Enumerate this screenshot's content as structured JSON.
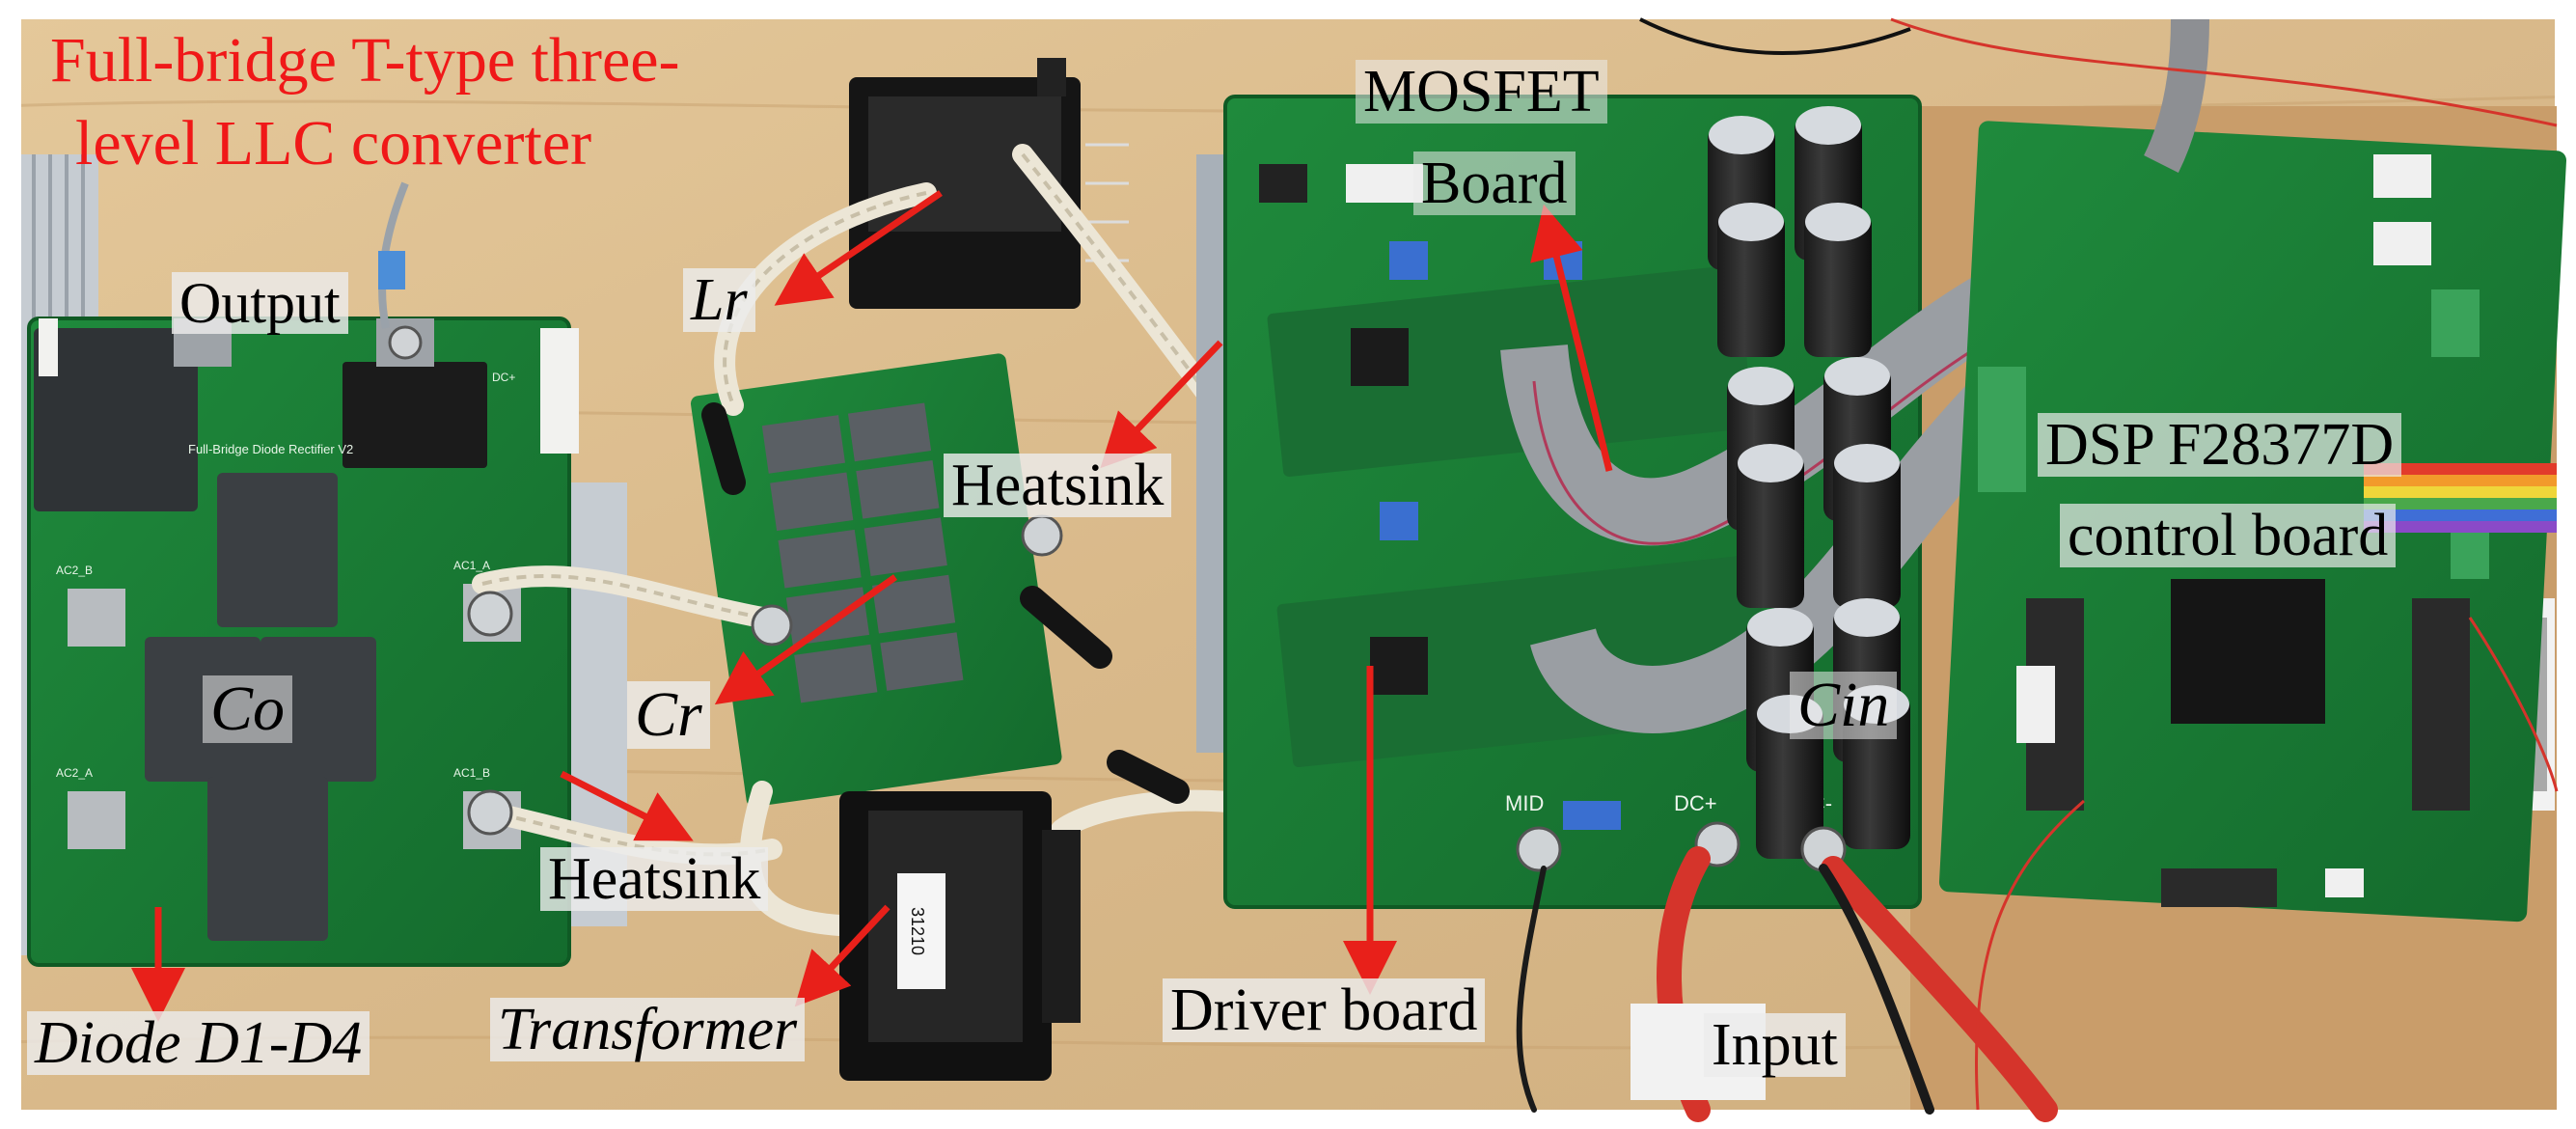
{
  "figure": {
    "title_lines": [
      "Full-bridge T-type three-",
      "level LLC converter"
    ],
    "arrow_color": "#e8201a",
    "title_color": "#f01818"
  },
  "labels": {
    "output": "Output",
    "lr": "Lr",
    "mosfet_board_line1": "MOSFET",
    "mosfet_board_line2": "Board",
    "heatsink_top": "Heatsink",
    "dsp_line1": "DSP F28377D",
    "dsp_line2": "control board",
    "co": "Co",
    "cr": "Cr",
    "cin": "Cin",
    "heatsink_bottom": "Heatsink",
    "diode": "Diode D1-D4",
    "transformer": "Transformer",
    "driver_board": "Driver board",
    "input": "Input"
  },
  "pcb_silkscreen": {
    "rectifier_name": "Full-Bridge Diode Rectifier V2",
    "ac1_a": "AC1_A",
    "ac2_b": "AC2_B",
    "ac2_a": "AC2_A",
    "ac1_b": "AC1_B",
    "dc_plus_out": "DC+",
    "mid": "MID",
    "dc_plus": "DC+",
    "dc_minus": "DC-",
    "transformer_marking": "31210"
  }
}
